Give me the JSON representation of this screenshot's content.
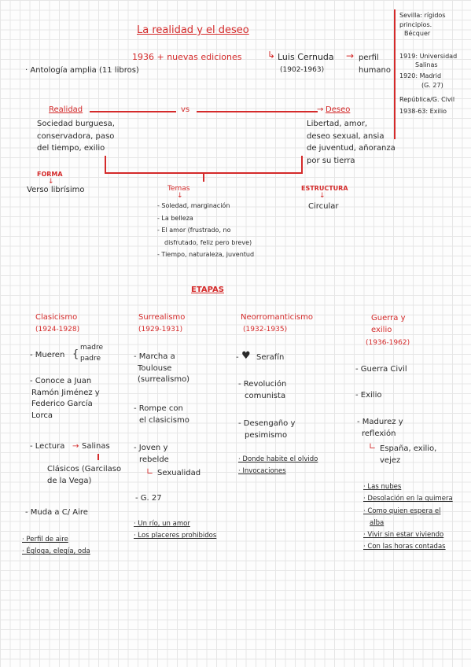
{
  "title": "La realidad y el deseo",
  "editions": "1936 + nuevas ediciones",
  "author": {
    "name": "Luis Cernuda",
    "dates": "(1902-1963)"
  },
  "perfil": {
    "a": "perfil",
    "b": "humano"
  },
  "anthology": "· Antología amplia (11 libros)",
  "bio": [
    "Sevilla: rígidos",
    "principios.",
    "Bécquer",
    "1919: Universidad",
    "Salinas",
    "1920: Madrid",
    "(G. 27)",
    "República/G. Civil",
    "1938-63: Exilio"
  ],
  "realidad": {
    "label": "Realidad",
    "vs": "vs",
    "lines": [
      "Sociedad burguesa,",
      "conservadora, paso",
      "del tiempo, exilio"
    ]
  },
  "deseo": {
    "label": "Deseo",
    "lines": [
      "Libertad, amor,",
      "deseo sexual, ansia",
      "de juventud, añoranza",
      "por su tierra"
    ]
  },
  "forma": {
    "label": "FORMA",
    "value": "Verso librísimo"
  },
  "temas": {
    "label": "Temas",
    "items": [
      "- Soledad, marginación",
      "- La belleza",
      "- El amor (frustrado, no",
      "disfrutado, feliz pero breve)",
      "- Tiempo, naturaleza, juventud"
    ]
  },
  "estructura": {
    "label": "ESTRUCTURA",
    "value": "Circular"
  },
  "etapas_title": "ETAPAS",
  "clasicismo": {
    "title": "Clasicismo",
    "dates": "(1924-1928)",
    "mueren": "- Mueren",
    "madre": "madre",
    "padre": "padre",
    "conoce": [
      "- Conoce a Juan",
      "Ramón Jiménez y",
      "Federico García",
      "Lorca"
    ],
    "lectura": "- Lectura",
    "salinas": "Salinas",
    "clasicos": [
      "Clásicos (Garcilaso",
      "de la Vega)"
    ],
    "muda": "- Muda a C/ Aire",
    "books": [
      "· Perfil de aire",
      "· Égloga, elegía, oda"
    ]
  },
  "surrealismo": {
    "title": "Surrealismo",
    "dates": "(1929-1931)",
    "marcha": [
      "- Marcha a",
      "Toulouse",
      "(surrealismo)"
    ],
    "rompe": [
      "- Rompe con",
      "el clasicismo"
    ],
    "joven": [
      "- Joven y",
      "rebelde"
    ],
    "sexualidad": "Sexualidad",
    "g27": "- G. 27",
    "books": [
      "· Un río, un amor",
      "· Los placeres prohibidos"
    ]
  },
  "neorromanticismo": {
    "title": "Neorromanticismo",
    "dates": "(1932-1935)",
    "serafin": "Serafín",
    "revolucion": [
      "- Revolución",
      "comunista"
    ],
    "desengano": [
      "- Desengaño y",
      "pesimismo"
    ],
    "books": [
      "· Donde habite el olvido",
      "· Invocaciones"
    ]
  },
  "guerra": {
    "title": [
      "Guerra y",
      "exilio"
    ],
    "dates": "(1936-1962)",
    "civil": "- Guerra Civil",
    "exilio": "- Exilio",
    "madurez": [
      "- Madurez y",
      "reflexión"
    ],
    "espana": [
      "España, exilio,",
      "vejez"
    ],
    "books": [
      "· Las nubes",
      "· Desolación en la quimera",
      "· Como quien espera el",
      "alba",
      "· Vivir sin estar viviendo",
      "· Con las horas contadas"
    ]
  }
}
